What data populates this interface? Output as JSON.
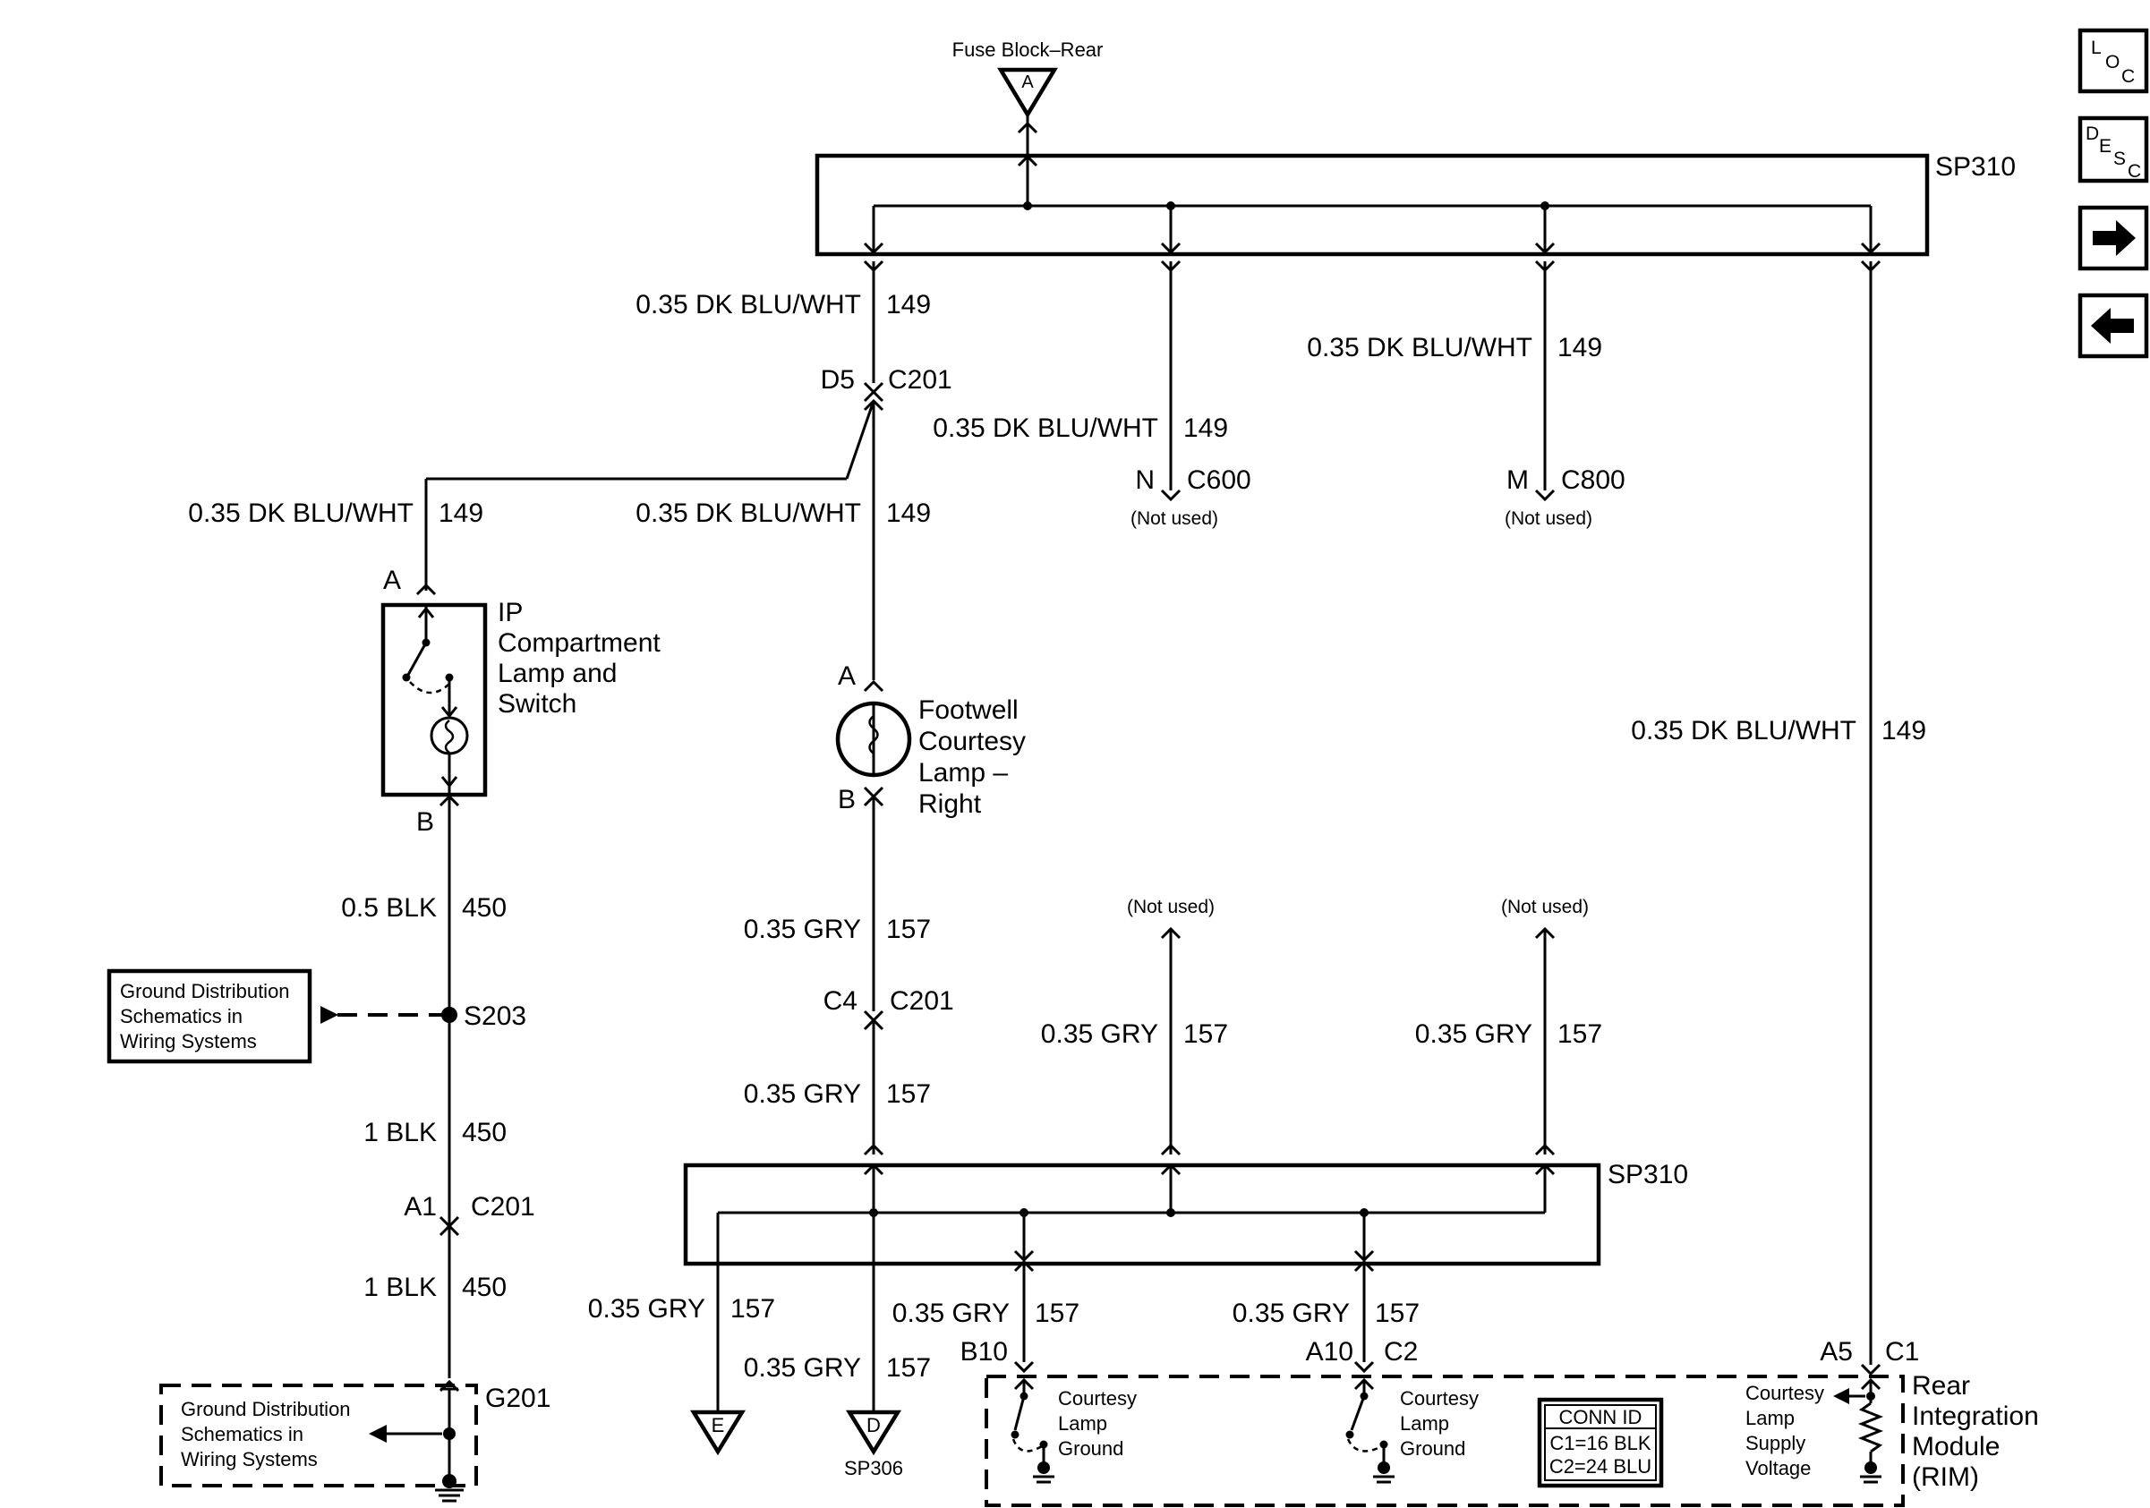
{
  "fuse_block": {
    "title": "Fuse Block–Rear",
    "terminal": "A"
  },
  "splice_top": {
    "label": "SP310"
  },
  "splice_bottom": {
    "label": "SP310"
  },
  "wire_149": "0.35 DK BLU/WHT",
  "circuit_149": "149",
  "wire_157": "0.35 GRY",
  "circuit_157": "157",
  "wire_450_a": "0.5 BLK",
  "wire_450_b": "1 BLK",
  "circuit_450": "450",
  "connectors": {
    "c201_d5": {
      "pin": "D5",
      "name": "C201"
    },
    "c201_c4": {
      "pin": "C4",
      "name": "C201"
    },
    "c201_a1": {
      "pin": "A1",
      "name": "C201"
    },
    "c600": {
      "pin": "N",
      "name": "C600"
    },
    "c800": {
      "pin": "M",
      "name": "C800"
    },
    "rim_b10": {
      "pin": "B10"
    },
    "rim_a10": {
      "pin": "A10",
      "name": "C2"
    },
    "rim_a5": {
      "pin": "A5",
      "name": "C1"
    }
  },
  "not_used": "(Not used)",
  "ip_lamp": {
    "label_lines": [
      "IP",
      "Compartment",
      "Lamp and",
      "Switch"
    ],
    "pin_top": "A",
    "pin_bottom": "B"
  },
  "footwell_lamp": {
    "label_lines": [
      "Footwell",
      "Courtesy",
      "Lamp –",
      "Right"
    ],
    "pin_top": "A",
    "pin_bottom": "B"
  },
  "splice_s203": "S203",
  "ground_g201": "G201",
  "ground_ref_1": {
    "lines": [
      "Ground Distribution",
      "Schematics in",
      "Wiring Systems"
    ]
  },
  "ground_ref_2": {
    "lines": [
      "Ground Distribution",
      "Schematics in",
      "Wiring Systems"
    ]
  },
  "offpage_e": {
    "letter": "E"
  },
  "offpage_d": {
    "letter": "D",
    "label": "SP306"
  },
  "rim": {
    "label_lines": [
      "Rear",
      "Integration",
      "Module",
      "(RIM)"
    ],
    "gnd1_lines": [
      "Courtesy",
      "Lamp",
      "Ground"
    ],
    "gnd2_lines": [
      "Courtesy",
      "Lamp",
      "Ground"
    ],
    "supply_lines": [
      "Courtesy",
      "Lamp",
      "Supply",
      "Voltage"
    ],
    "conn_id": {
      "title": "CONN ID",
      "rows": [
        "C1=16 BLK",
        "C2=24 BLU"
      ]
    }
  },
  "nav": {
    "loc": {
      "letters": [
        "L",
        "O",
        "C"
      ]
    },
    "desc": {
      "letters": [
        "D",
        "E",
        "S",
        "C"
      ]
    }
  }
}
